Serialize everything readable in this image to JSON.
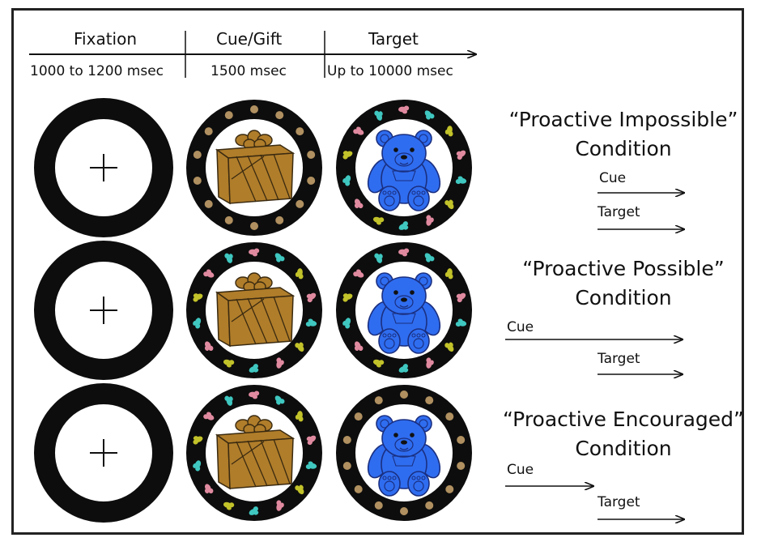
{
  "timeline": {
    "phases": [
      {
        "name": "Fixation",
        "duration": "1000 to 1200 msec"
      },
      {
        "name": "Cue/Gift",
        "duration": "1500 msec"
      },
      {
        "name": "Target",
        "duration": "Up to 10000 msec"
      }
    ]
  },
  "conditions": [
    {
      "title_line1": "“Proactive Impossible”",
      "title_line2": "Condition",
      "cue_label": "Cue",
      "target_label": "Target",
      "cue_border_dots": "tan",
      "target_border_dots": "multicolor"
    },
    {
      "title_line1": "“Proactive Possible”",
      "title_line2": "Condition",
      "cue_label": "Cue",
      "target_label": "Target",
      "cue_border_dots": "multicolor",
      "target_border_dots": "multicolor"
    },
    {
      "title_line1": "“Proactive Encouraged”",
      "title_line2": "Condition",
      "cue_label": "Cue",
      "target_label": "Target",
      "cue_border_dots": "multicolor",
      "target_border_dots": "tan"
    }
  ],
  "colors": {
    "ring": "#0d0d0d",
    "gift_box": "#b07d2a",
    "gift_lines": "#3a2a10",
    "bear": "#2f6df0",
    "bear_outline": "#1a2f80",
    "dot_tan": "#b09060",
    "dot_pink": "#e08aa0",
    "dot_teal": "#3fc7c0",
    "dot_olive": "#c2c22a"
  },
  "icons": [
    "fixation-cross-icon",
    "gift-box-icon",
    "teddy-bear-icon",
    "arrow-icon"
  ]
}
